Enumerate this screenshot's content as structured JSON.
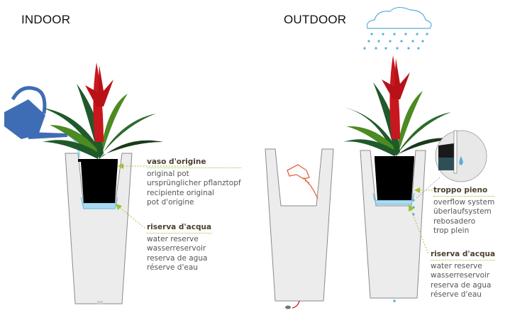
{
  "sections": {
    "indoor": {
      "title": "INDOOR"
    },
    "outdoor": {
      "title": "OUTDOOR"
    }
  },
  "labels": {
    "original_pot": {
      "heading": "vaso d'origine",
      "lines": [
        "original pot",
        "ursprünglicher pflanztopf",
        "recipiente original",
        "pot d'origine"
      ]
    },
    "water_reserve_indoor": {
      "heading": "riserva d'acqua",
      "lines": [
        "water reserve",
        "wasserreservoir",
        "reserva de agua",
        "réserve d'eau"
      ]
    },
    "overflow": {
      "heading": "troppo pieno",
      "lines": [
        "overflow system",
        "überlaufsystem",
        "rebosadero",
        "trop plein"
      ]
    },
    "water_reserve_outdoor": {
      "heading": "riserva d'acqua",
      "lines": [
        "water reserve",
        "wasserreservoir",
        "reserva de agua",
        "réserve d'eau"
      ]
    }
  },
  "colors": {
    "planter_fill": "#ececec",
    "planter_stroke": "#8a8a8a",
    "water": "#a9dcf2",
    "water_stroke": "#5fb3dc",
    "pointer": "#9fc234",
    "watering_can": "#3f6db5",
    "leaf_dark": "#1f5a2a",
    "leaf_light": "#4c8a22",
    "flower": "#c8171f",
    "drill": "#e0643a",
    "rain": "#5aaedc"
  }
}
